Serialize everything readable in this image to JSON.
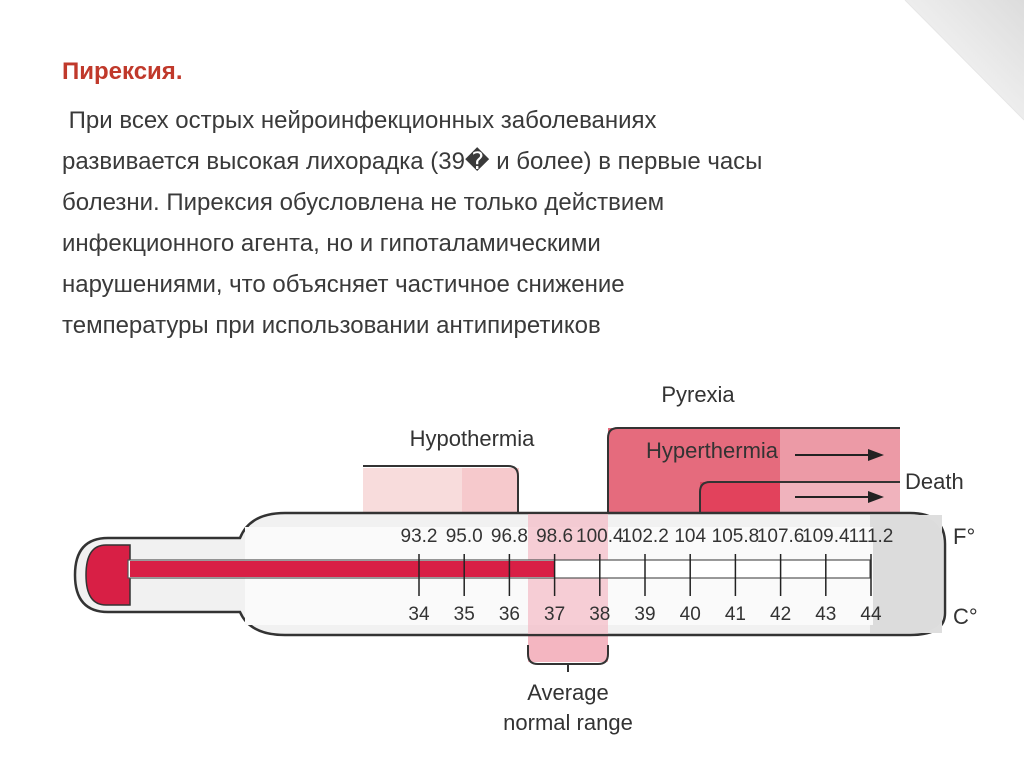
{
  "slide": {
    "title": "Пирексия.",
    "lines": [
      " При всех острых нейроинфекционных заболеваниях",
      "развивается высокая лихорадка (39� и более) в первые часы",
      "болезни. Пирексия обусловлена не только действием",
      "инфекционного агента, но и гипоталамическими",
      "нарушениями, что объясняет частичное снижение",
      "температуры при использовании антипиретиков"
    ]
  },
  "diagram": {
    "labels": {
      "pyrexia": "Pyrexia",
      "hypothermia": "Hypothermia",
      "hyperthermia": "Hyperthermia",
      "death": "Death",
      "average_1": "Average",
      "average_2": "normal range",
      "f_unit": "F°",
      "c_unit": "C°"
    },
    "fahrenheit": [
      "93.2",
      "95.0",
      "96.8",
      "98.6",
      "100.4",
      "102.2",
      "104",
      "105.8",
      "107.6",
      "109.4",
      "111.2"
    ],
    "celsius": [
      "34",
      "35",
      "36",
      "37",
      "38",
      "39",
      "40",
      "41",
      "42",
      "43",
      "44"
    ],
    "mercury_reading_c": 37,
    "colors": {
      "mercury": "#d81f45",
      "hypothermia_zone": "#f8d6d6",
      "pyrexia_zone": "#e8707f",
      "hyperthermia_zone": "#e03a55",
      "normal_zone": "#f2a2b0",
      "text_accent": "#c0392b"
    }
  }
}
